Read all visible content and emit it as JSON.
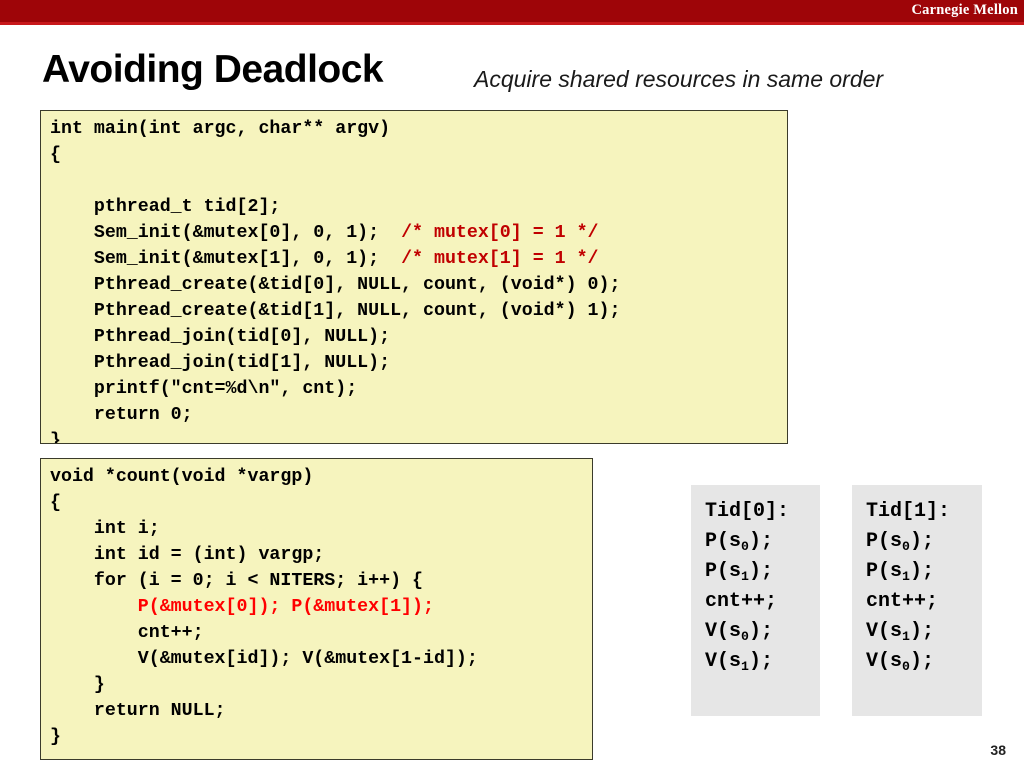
{
  "banner": {
    "brand": "Carnegie Mellon",
    "bg_color": "#9E0508",
    "underline_color": "#C8181B"
  },
  "slide": {
    "title": "Avoiding Deadlock",
    "subtitle": "Acquire shared resources in same order",
    "page_number": "38"
  },
  "colors": {
    "code_bg": "#F6F4BE",
    "code_border": "#3b3b2b",
    "comment_red": "#C00000",
    "highlight_red": "#FF0000",
    "trace_bg": "#E6E6E6"
  },
  "code_main": {
    "lines": [
      [
        {
          "t": "int main(int argc, char** argv)",
          "c": "plain"
        }
      ],
      [
        {
          "t": "{",
          "c": "plain"
        }
      ],
      [
        {
          "t": "",
          "c": "plain"
        }
      ],
      [
        {
          "t": "    pthread_t tid[2];",
          "c": "plain"
        }
      ],
      [
        {
          "t": "    Sem_init(&mutex[0], 0, 1);  ",
          "c": "plain"
        },
        {
          "t": "/* mutex[0] = 1 */",
          "c": "cmt"
        }
      ],
      [
        {
          "t": "    Sem_init(&mutex[1], 0, 1);  ",
          "c": "plain"
        },
        {
          "t": "/* mutex[1] = 1 */",
          "c": "cmt"
        }
      ],
      [
        {
          "t": "    Pthread_create(&tid[0], NULL, count, (void*) 0);",
          "c": "plain"
        }
      ],
      [
        {
          "t": "    Pthread_create(&tid[1], NULL, count, (void*) 1);",
          "c": "plain"
        }
      ],
      [
        {
          "t": "    Pthread_join(tid[0], NULL);",
          "c": "plain"
        }
      ],
      [
        {
          "t": "    Pthread_join(tid[1], NULL);",
          "c": "plain"
        }
      ],
      [
        {
          "t": "    printf(\"cnt=%d\\n\", cnt);",
          "c": "plain"
        }
      ],
      [
        {
          "t": "    return 0;",
          "c": "plain"
        }
      ],
      [
        {
          "t": "}",
          "c": "plain"
        }
      ]
    ]
  },
  "code_count": {
    "lines": [
      [
        {
          "t": "void *count(void *vargp)",
          "c": "plain"
        }
      ],
      [
        {
          "t": "{",
          "c": "plain"
        }
      ],
      [
        {
          "t": "    int i;",
          "c": "plain"
        }
      ],
      [
        {
          "t": "    int id = (int) vargp;",
          "c": "plain"
        }
      ],
      [
        {
          "t": "    for (i = 0; i < NITERS; i++) {",
          "c": "plain"
        }
      ],
      [
        {
          "t": "        P(&mutex[0]); P(&mutex[1]);",
          "c": "hl"
        }
      ],
      [
        {
          "t": "        cnt++;",
          "c": "plain"
        }
      ],
      [
        {
          "t": "        V(&mutex[id]); V(&mutex[1-id]);",
          "c": "plain"
        }
      ],
      [
        {
          "t": "    }",
          "c": "plain"
        }
      ],
      [
        {
          "t": "    return NULL;",
          "c": "plain"
        }
      ],
      [
        {
          "t": "}",
          "c": "plain"
        }
      ]
    ]
  },
  "trace_tid0": {
    "header": "Tid[0]:",
    "steps": [
      {
        "op": "P",
        "arg": "s",
        "sub": "0"
      },
      {
        "op": "P",
        "arg": "s",
        "sub": "1"
      },
      {
        "op": "cnt++",
        "arg": "",
        "sub": ""
      },
      {
        "op": "V",
        "arg": "s",
        "sub": "0"
      },
      {
        "op": "V",
        "arg": "s",
        "sub": "1"
      }
    ]
  },
  "trace_tid1": {
    "header": "Tid[1]:",
    "steps": [
      {
        "op": "P",
        "arg": "s",
        "sub": "0"
      },
      {
        "op": "P",
        "arg": "s",
        "sub": "1"
      },
      {
        "op": "cnt++",
        "arg": "",
        "sub": ""
      },
      {
        "op": "V",
        "arg": "s",
        "sub": "1"
      },
      {
        "op": "V",
        "arg": "s",
        "sub": "0"
      }
    ]
  }
}
